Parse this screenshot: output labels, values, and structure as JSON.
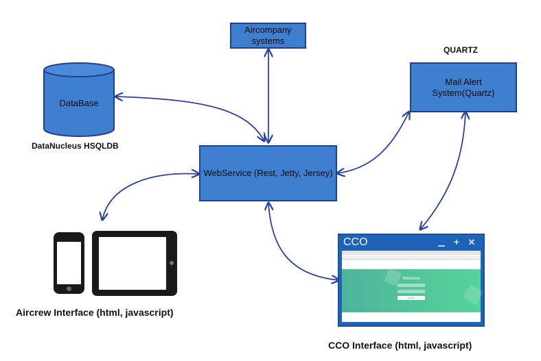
{
  "nodes": {
    "aircompany": "Aircompany\nsystems",
    "database": "DataBase",
    "database_caption": "DataNucleus HSQLDB",
    "webservice": "WebService (Rest, Jetty, Jersey)",
    "mail_alert": "Mail Alert\nSystem(Quartz)",
    "quartz_caption": "QUARTZ"
  },
  "clients": {
    "aircrew_caption": "Aircrew Interface (html, javascript)",
    "cco_caption": "CCO Interface (html, javascript)",
    "cco_window": {
      "title": "CCO",
      "buttons": [
        "minimize",
        "maximize",
        "close"
      ],
      "welcome": "Welcome",
      "login_button": "Login"
    }
  },
  "colors": {
    "node_fill": "#3f7fcf",
    "node_border": "#1f3f8f",
    "arrow": "#2b3f9f",
    "window_title": "#1e63b8",
    "login_gradient_start": "#4fb39a",
    "login_gradient_end": "#55d49a"
  }
}
